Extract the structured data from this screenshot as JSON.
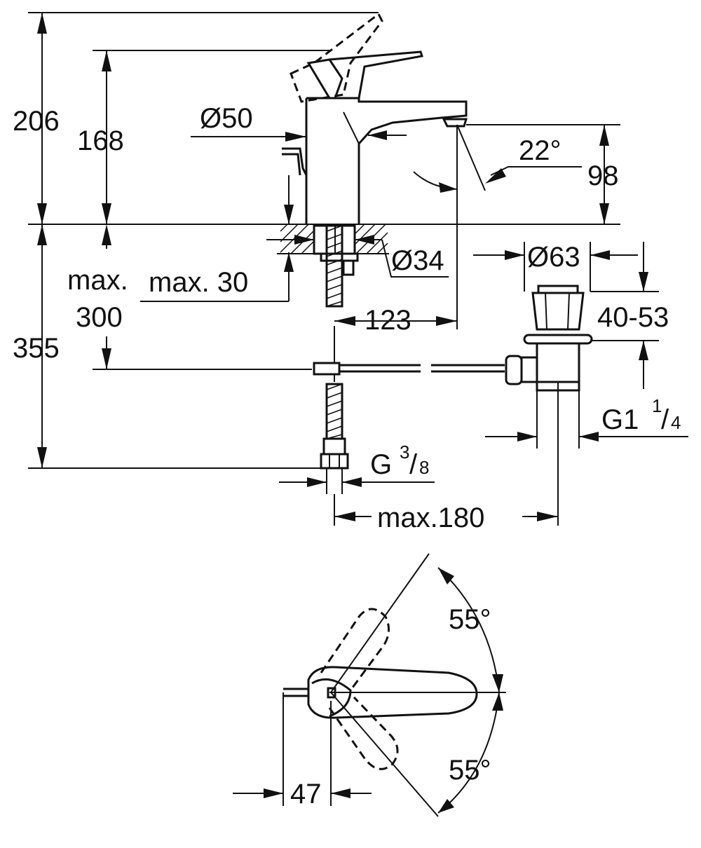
{
  "drawing": {
    "side_view": {
      "dim_206": "206",
      "dim_168": "168",
      "dim_dia50": "Ø50",
      "dim_22deg": "22°",
      "dim_98": "98",
      "dim_dia34": "Ø34",
      "dim_dia63": "Ø63",
      "dim_max_left": "max.",
      "dim_300": "300",
      "dim_max30": "max. 30",
      "dim_355": "355",
      "dim_123": "123",
      "dim_40_53": "40-53",
      "dim_g1_main": "G1",
      "dim_g1_num": "1",
      "dim_g1_den": "4",
      "dim_g_main": "G",
      "dim_g_num": "3",
      "dim_g_den": "8",
      "dim_max180": "max.180"
    },
    "top_view": {
      "angle_upper": "55°",
      "angle_lower": "55°",
      "dim_47": "47"
    }
  }
}
